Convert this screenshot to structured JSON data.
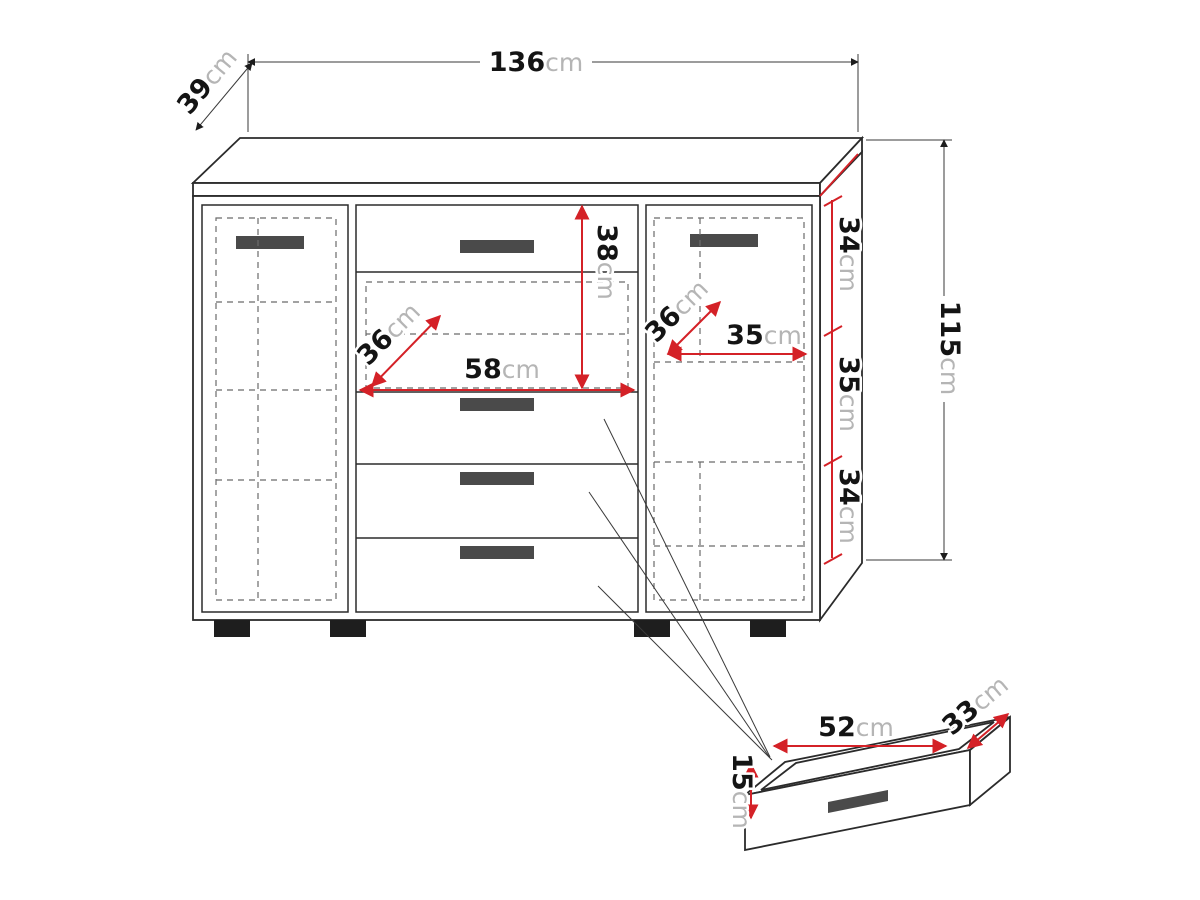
{
  "diagram": {
    "type": "furniture-dimension-diagram",
    "subject": "Sideboard cabinet with two doors and four drawers, plus a detail view of a single drawer",
    "units": "cm",
    "colors": {
      "dimension_line_red": "#d42127",
      "outline_black": "#2b2b2b",
      "unit_text_gray": "#b5b5b5",
      "handle_gray": "#4a4a4a",
      "background": "#ffffff"
    },
    "labels": {
      "overall_width": {
        "value": "136",
        "unit": "cm"
      },
      "overall_depth": {
        "value": "39",
        "unit": "cm"
      },
      "overall_height": {
        "value": "115",
        "unit": "cm"
      },
      "side_top": {
        "value": "34",
        "unit": "cm"
      },
      "side_middle": {
        "value": "35",
        "unit": "cm"
      },
      "side_bottom": {
        "value": "34",
        "unit": "cm"
      },
      "center_top_height": {
        "value": "38",
        "unit": "cm"
      },
      "center_depth": {
        "value": "36",
        "unit": "cm"
      },
      "center_width": {
        "value": "58",
        "unit": "cm"
      },
      "right_depth": {
        "value": "36",
        "unit": "cm"
      },
      "right_width": {
        "value": "35",
        "unit": "cm"
      },
      "drawer_width": {
        "value": "52",
        "unit": "cm"
      },
      "drawer_depth": {
        "value": "33",
        "unit": "cm"
      },
      "drawer_height": {
        "value": "15",
        "unit": "cm"
      }
    }
  }
}
